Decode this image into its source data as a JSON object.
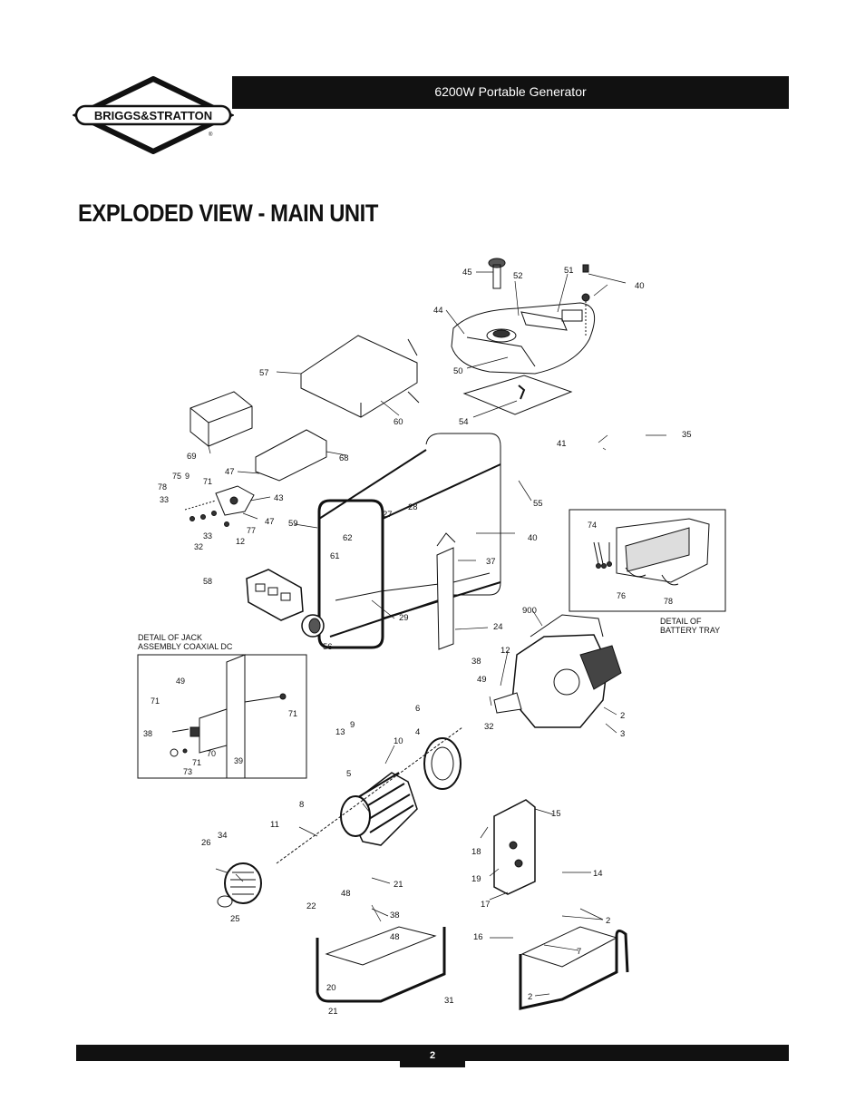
{
  "brand": {
    "name": "BRIGGS&STRATTON",
    "mark": "®"
  },
  "header": {
    "title": "6200W Portable Generator"
  },
  "page": {
    "heading": "EXPLODED VIEW - MAIN UNIT",
    "number": "2"
  },
  "diagram": {
    "detail_labels": {
      "jack": [
        "DETAIL OF JACK",
        "ASSEMBLY COAXIAL DC"
      ],
      "battery": [
        "DETAIL OF",
        "BATTERY TRAY"
      ]
    },
    "callouts": [
      "45",
      "52",
      "51",
      "40",
      "44",
      "50",
      "54",
      "57",
      "60",
      "69",
      "68",
      "41",
      "35",
      "47",
      "75",
      "9",
      "71",
      "78",
      "33",
      "43",
      "47",
      "77",
      "12",
      "32",
      "33",
      "59",
      "27",
      "28",
      "62",
      "61",
      "55",
      "40",
      "37",
      "58",
      "29",
      "56",
      "24",
      "38",
      "900",
      "12",
      "49",
      "32",
      "2",
      "3",
      "74",
      "76",
      "78",
      "49",
      "71",
      "38",
      "71",
      "70",
      "71",
      "73",
      "39",
      "13",
      "9",
      "10",
      "4",
      "6",
      "5",
      "8",
      "11",
      "34",
      "26",
      "25",
      "22",
      "48",
      "21",
      "38",
      "48",
      "20",
      "21",
      "31",
      "15",
      "18",
      "19",
      "17",
      "16",
      "14",
      "2",
      "7",
      "2"
    ]
  }
}
